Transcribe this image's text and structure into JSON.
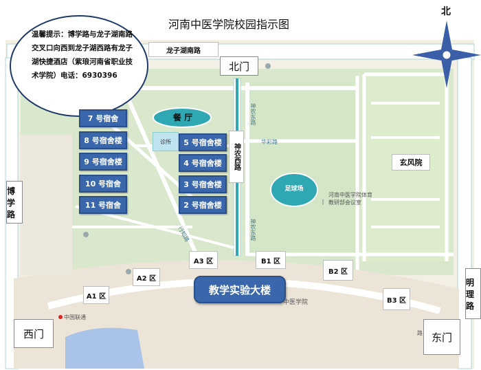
{
  "map": {
    "title": "河南中医学院校园指示图",
    "north": "北",
    "notice": "温馨提示：博学路与龙子湖南路交叉口向西到龙子湖西路有龙子湖快捷酒店（紫琅河南省职业技术学院）电话：6930396",
    "roads": {
      "longzi_south": "龙子湖南路",
      "boxue": "博学路",
      "mingli": "明理路",
      "shennong_east": "神农东路",
      "shennong_west": "神农西路",
      "huacai": "华彩路",
      "xingzhi": "行知路"
    },
    "gates": {
      "north": "北门",
      "west": "西门",
      "east": "东门"
    },
    "dorms": {
      "d7": "7 号宿舍",
      "d8": "8 号宿舍楼",
      "d9": "9 号宿舍楼",
      "d10": "10 号宿舍",
      "d11": "11 号宿舍",
      "d5": "5 号宿舍楼",
      "d4": "4 号宿舍楼",
      "d3": "3 号宿舍楼",
      "d2": "2 号宿舍楼"
    },
    "canteen": "餐 厅",
    "clinic": "诊所",
    "stadium": "足球场",
    "xuanfeng": "玄风院",
    "teaching_building": "教学实验大楼",
    "areas": {
      "a1": "A1 区",
      "a2": "A2 区",
      "a3": "A3 区",
      "b1": "B1 区",
      "b2": "B2 区",
      "b3": "B3 区"
    },
    "pois": {
      "pe_dept": "河南中医学院体育教研部会议室",
      "school_label": "中医学院",
      "unicom": "中国联通",
      "road_bottom": "路"
    },
    "colors": {
      "road_fill": "#ffffff",
      "road_edge": "#a9d6d8",
      "ground": "#f3efe4",
      "green": "#d3e6c8",
      "water": "#a9c4e8",
      "dorm_blue": "#3a67ac",
      "teal": "#2fa8b4",
      "compass": "#3a5ea8"
    }
  }
}
